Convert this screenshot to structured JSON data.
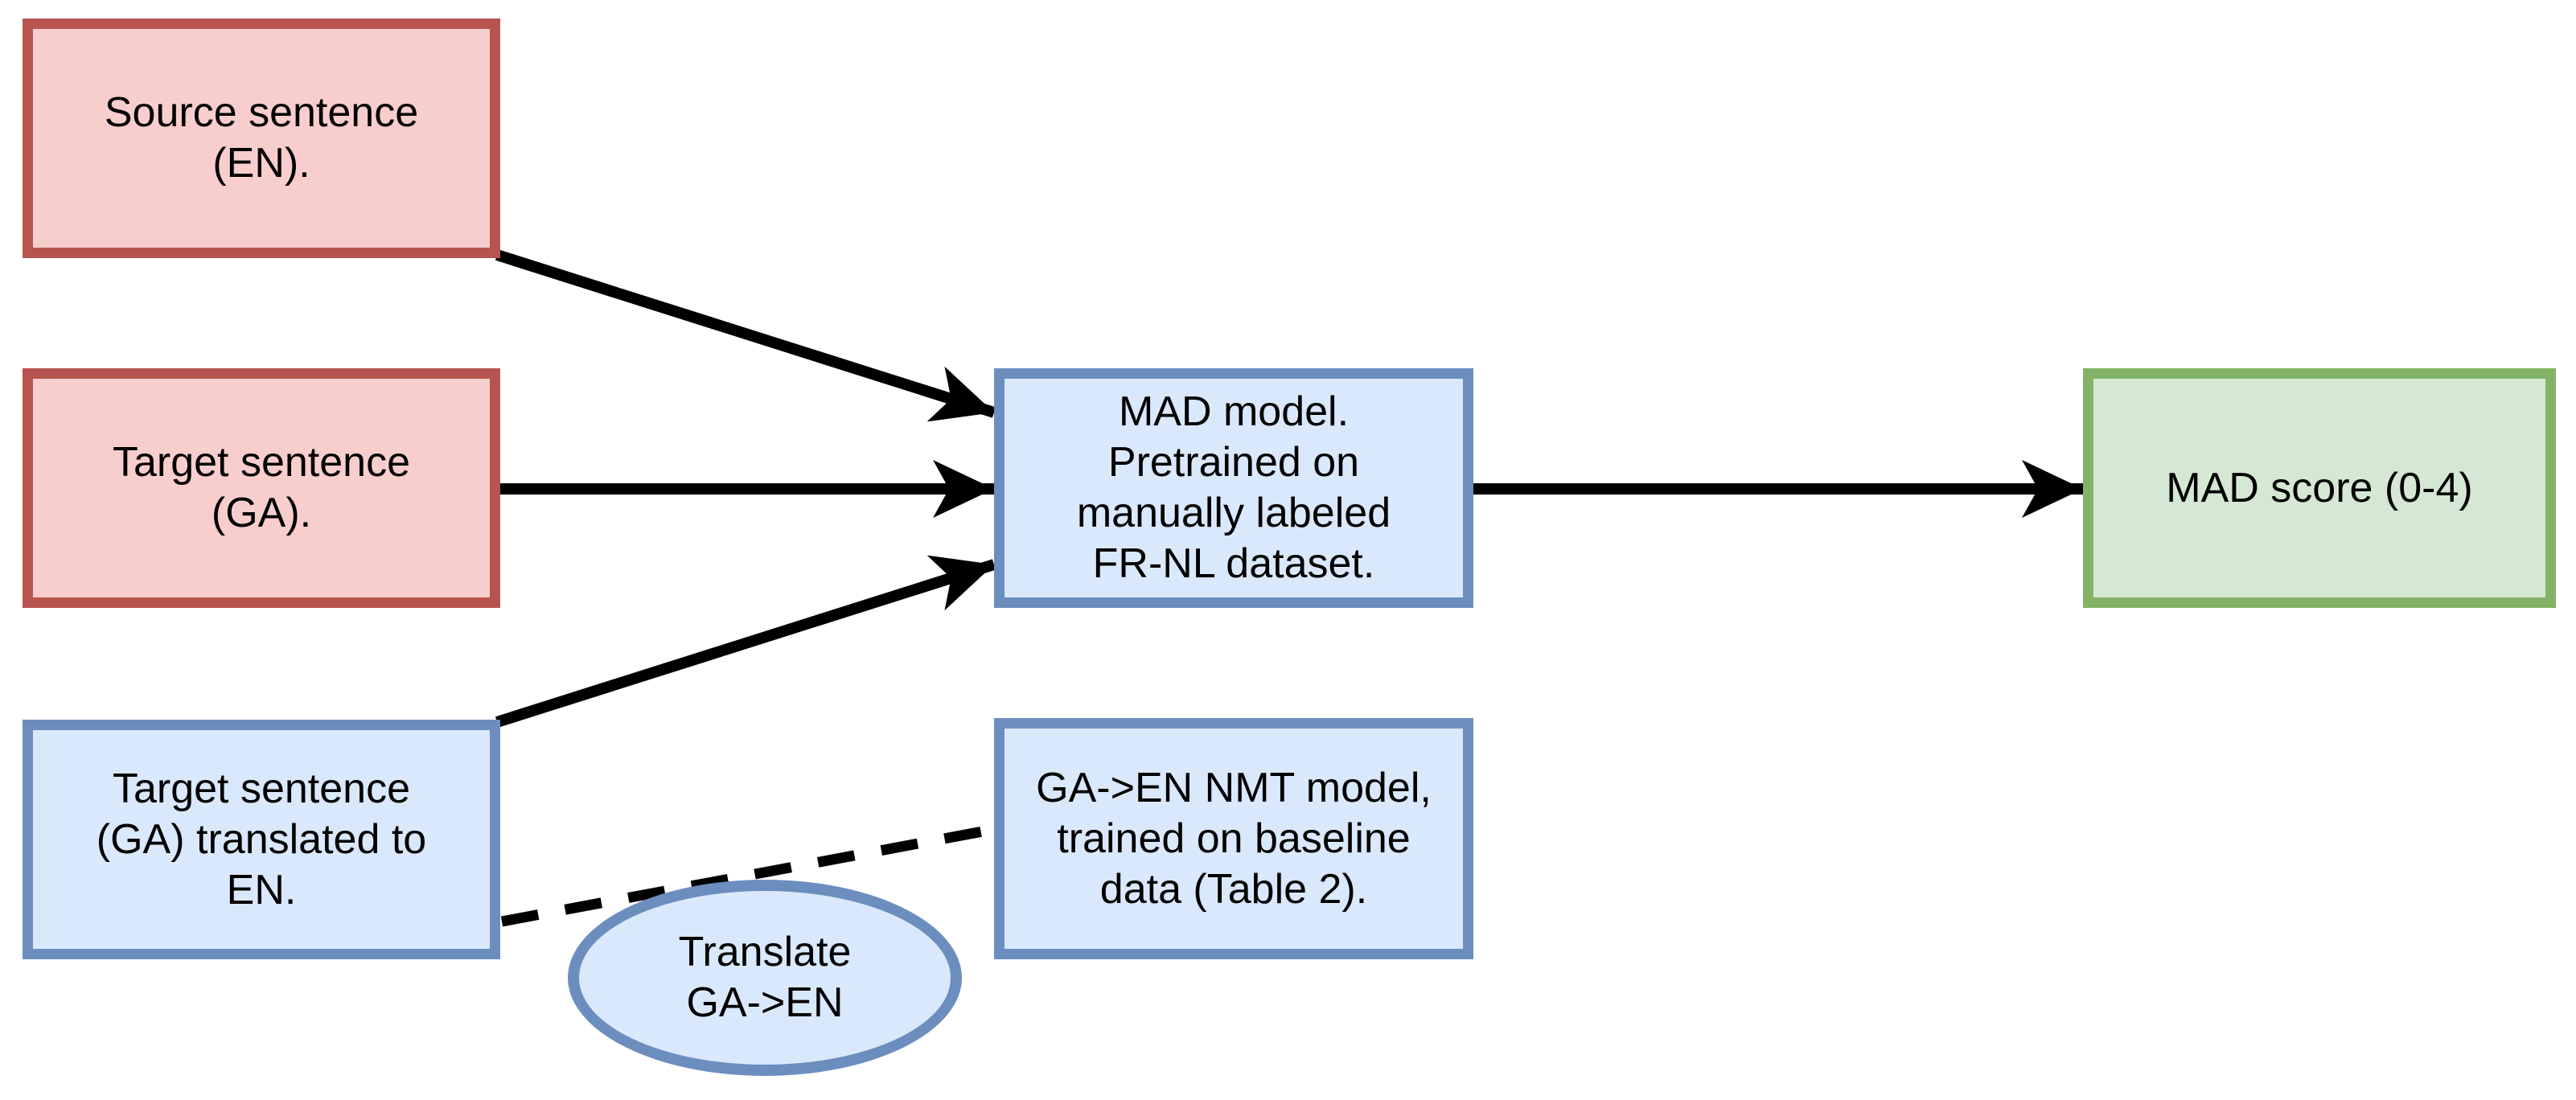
{
  "diagram": {
    "background": "#ffffff",
    "arrow_color": "#000000",
    "text_color": "#000000",
    "nodes": {
      "source": {
        "label": "Source sentence (EN).",
        "lines": [
          "Source sentence",
          "(EN)."
        ],
        "shape": "rect",
        "fill": "#f8cecc",
        "stroke": "#b85450"
      },
      "target": {
        "label": "Target sentence (GA).",
        "lines": [
          "Target sentence",
          "(GA)."
        ],
        "shape": "rect",
        "fill": "#f8cecc",
        "stroke": "#b85450"
      },
      "translated": {
        "label": "Target sentence (GA) translated to EN.",
        "lines": [
          "Target sentence",
          "(GA) translated to",
          "EN."
        ],
        "shape": "rect",
        "fill": "#dae8fc",
        "stroke": "#6c8ebf"
      },
      "mad": {
        "label": "MAD model. Pretrained on manually labeled FR-NL dataset.",
        "lines": [
          "MAD model.",
          "Pretrained on",
          "manually labeled",
          "FR-NL dataset."
        ],
        "shape": "rect",
        "fill": "#dae8fc",
        "stroke": "#6c8ebf"
      },
      "score": {
        "label": "MAD score (0-4)",
        "lines": [
          "MAD score (0-4)"
        ],
        "shape": "rect",
        "fill": "#d5e8d4",
        "stroke": "#82b366"
      },
      "nmt": {
        "label": "GA->EN NMT model, trained on baseline data (Table 2).",
        "lines": [
          "GA->EN NMT model,",
          "trained on baseline",
          "data (Table 2)."
        ],
        "shape": "rect",
        "fill": "#dae8fc",
        "stroke": "#6c8ebf"
      },
      "translate": {
        "label": "Translate GA->EN",
        "lines": [
          "Translate",
          "GA->EN"
        ],
        "shape": "ellipse",
        "fill": "#dae8fc",
        "stroke": "#6c8ebf"
      }
    },
    "edges": [
      {
        "from": "source",
        "to": "mad",
        "type": "solid",
        "arrowhead": true
      },
      {
        "from": "target",
        "to": "mad",
        "type": "solid",
        "arrowhead": true
      },
      {
        "from": "translated",
        "to": "mad",
        "type": "solid",
        "arrowhead": true
      },
      {
        "from": "mad",
        "to": "score",
        "type": "solid",
        "arrowhead": true
      },
      {
        "from": "translated",
        "to": "nmt",
        "type": "dashed",
        "arrowhead": false,
        "via": "translate"
      }
    ]
  }
}
